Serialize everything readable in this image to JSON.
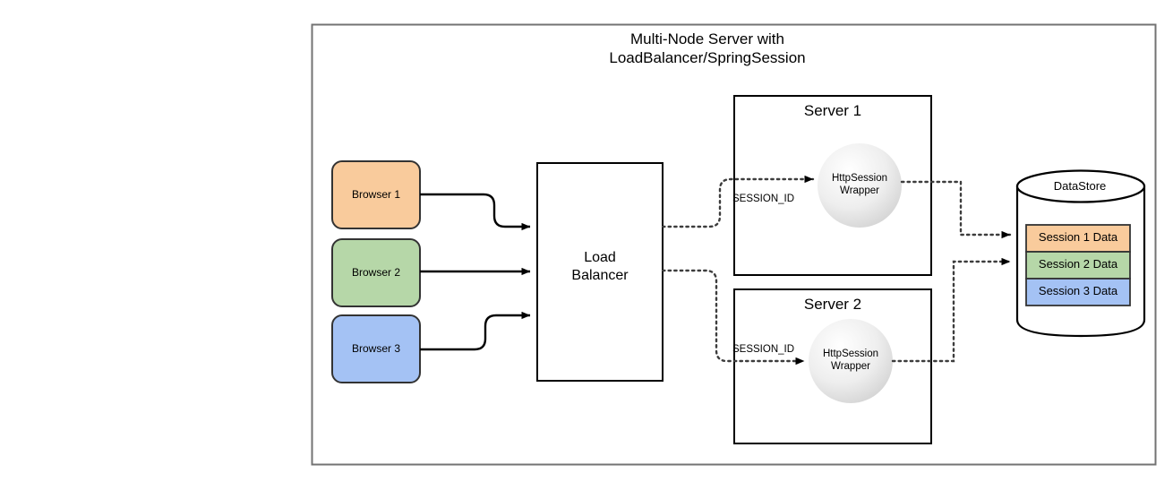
{
  "diagram": {
    "title": "Multi-Node Server with\nLoadBalancer/SpringSession",
    "frame_color": "#737373",
    "browsers": [
      {
        "label": "Browser 1",
        "color": "#F9CB9C"
      },
      {
        "label": "Browser 2",
        "color": "#B6D7A8"
      },
      {
        "label": "Browser 3",
        "color": "#A4C2F4"
      }
    ],
    "load_balancer": {
      "label": "Load\nBalancer"
    },
    "servers": [
      {
        "title": "Server 1",
        "wrapper_label": "HttpSession\nWrapper",
        "edge_label": "SESSION_ID"
      },
      {
        "title": "Server 2",
        "wrapper_label": "HttpSession\nWrapper",
        "edge_label": "SESSION_ID"
      }
    ],
    "datastore": {
      "label": "DataStore",
      "sessions": [
        {
          "label": "Session 1 Data",
          "color": "#F9CB9C"
        },
        {
          "label": "Session 2 Data",
          "color": "#B6D7A8"
        },
        {
          "label": "Session 3 Data",
          "color": "#A4C2F4"
        }
      ]
    }
  }
}
